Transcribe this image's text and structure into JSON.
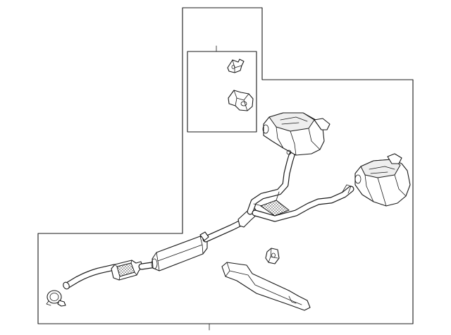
{
  "diagram": {
    "parts": [
      {
        "id": "front-pipe",
        "icon": "front-pipe-icon"
      },
      {
        "id": "pipe-clamp",
        "icon": "clamp-icon"
      },
      {
        "id": "catalytic-converter",
        "icon": "catalytic-converter-icon"
      },
      {
        "id": "center-muffler",
        "icon": "muffler-icon"
      },
      {
        "id": "y-pipe",
        "icon": "y-pipe-icon"
      },
      {
        "id": "left-rear-muffler",
        "icon": "rear-muffler-icon"
      },
      {
        "id": "right-rear-muffler",
        "icon": "rear-muffler-icon"
      },
      {
        "id": "heat-shield",
        "icon": "heat-shield-icon"
      },
      {
        "id": "rubber-insulator",
        "icon": "insulator-icon"
      },
      {
        "id": "hanger-bracket",
        "icon": "bracket-icon"
      },
      {
        "id": "hanger-insulator",
        "icon": "hanger-icon"
      }
    ],
    "line_color": "#1a1a1a",
    "background": "#ffffff"
  }
}
